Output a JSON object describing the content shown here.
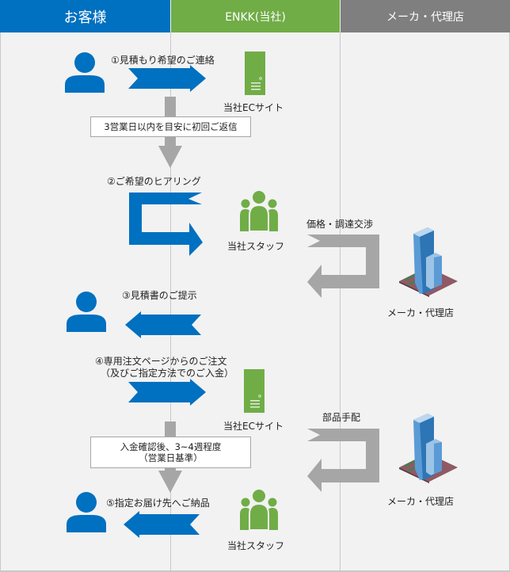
{
  "lanes": [
    {
      "label": "お客様",
      "color": "#0070c0"
    },
    {
      "label": "ENKK(当社)",
      "color": "#70ad47"
    },
    {
      "label": "メーカ・代理店",
      "color": "#7f7f7f"
    }
  ],
  "colors": {
    "customer_blue": "#0070c0",
    "company_green": "#70ad47",
    "maker_gray": "#a6a6a6",
    "background": "#f2f2f2"
  },
  "steps": {
    "step1": "①見積もり希望のご連絡",
    "note1": "3営業日以内を目安に初回ご返信",
    "step2": "②ご希望のヒアリング",
    "negotiation": "価格・調達交渉",
    "step3": "③見積書のご提示",
    "step4_line1": "④専用注文ページからのご注文",
    "step4_line2": "（及びご指定方法でのご入金）",
    "note2_line1": "入金確認後、3~4週程度",
    "note2_line2": "（営業日基準）",
    "parts": "部品手配",
    "step5": "⑤指定お届け先へご納品"
  },
  "actors": {
    "ec_site": "当社ECサイト",
    "staff": "当社スタッフ",
    "maker": "メーカ・代理店"
  },
  "icons": {
    "customer": "person-icon",
    "ec_site": "server-icon",
    "staff": "group-icon",
    "maker": "building-icon"
  }
}
